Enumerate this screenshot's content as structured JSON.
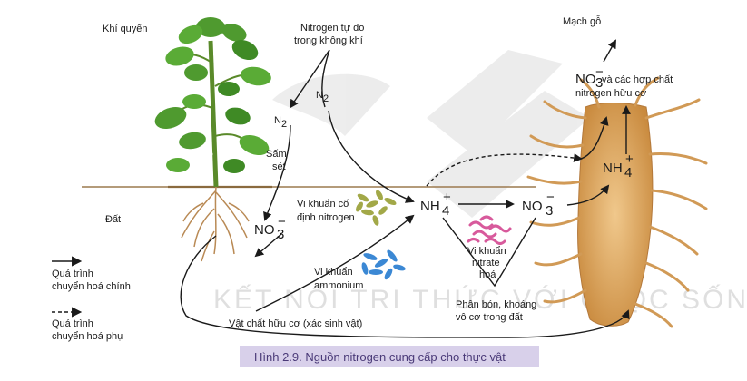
{
  "figure": {
    "caption": "Hình 2.9. Nguồn nitrogen cung cấp cho thực vật",
    "watermark": "KẾT NỐI TRI THỨC VỚI CUỘC SỐNG"
  },
  "labels": {
    "khi_quyen": "Khí quyển",
    "dat": "Đất",
    "nitrogen_tu_do_1": "Nitrogen tự do",
    "nitrogen_tu_do_2": "trong không khí",
    "n2_left": "N",
    "n2_right": "N",
    "sub2": "2",
    "sam_set_1": "Sấm",
    "sam_set_2": "sét",
    "vk_codinh_1": "Vi khuẩn cố",
    "vk_codinh_2": "định nitrogen",
    "vk_ammonium_1": "Vi khuẩn",
    "vk_ammonium_2": "ammonium",
    "vk_nitrate_1": "Vi khuẩn",
    "vk_nitrate_2": "nitrate",
    "vk_nitrate_3": "hoá",
    "phan_bon_1": "Phân bón, khoáng",
    "phan_bon_2": "vô cơ trong đất",
    "vat_chat": "Vật chất hữu cơ (xác sinh vật)",
    "mach_go": "Mạch gỗ",
    "no3_hopchat_1": "và các hợp chất",
    "no3_hopchat_2": "nitrogen hữu cơ"
  },
  "chem": {
    "nh": "NH",
    "no": "NO",
    "sub4": "4",
    "sub3": "3",
    "plus": "+",
    "minus": "−"
  },
  "legend": {
    "main_1": "Quá trình",
    "main_2": "chuyển hoá chính",
    "side_1": "Quá trình",
    "side_2": "chuyển hoá phụ"
  },
  "colors": {
    "arrow": "#1a1a1a",
    "root": "#d9a25c",
    "leaf": "#4f9a2f",
    "bacteria_fixing": "#a2a848",
    "bacteria_ammonium": "#3b88d4",
    "bacteria_nitrate": "#d85a9c",
    "caption_bg": "#d8d0ea"
  }
}
